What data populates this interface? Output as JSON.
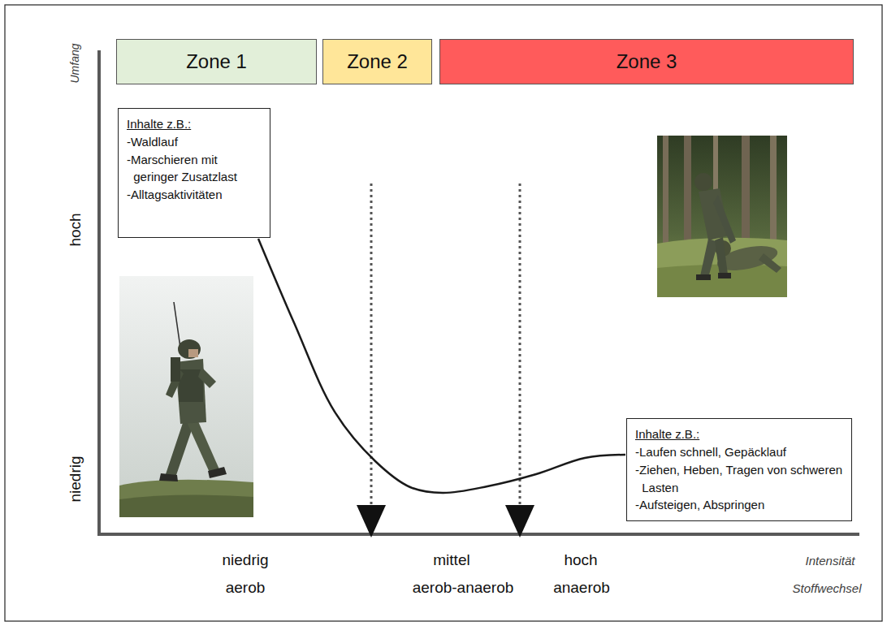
{
  "diagram": {
    "nodes": [
      {
        "text": [
          "Zone 1"
        ]
      },
      {
        "text": [
          "Zone 2"
        ]
      },
      {
        "text": [
          "Zone 3"
        ]
      },
      {
        "text": [
          "Inhalte z.B.:",
          "-Waldlauf",
          "-Marschieren mit geringer Zusatzlast",
          "-Alltagsaktivitäten"
        ]
      },
      {
        "text": [
          "Inhalte z.B.:",
          "-Laufen schnell, Gepäcklauf",
          "-Ziehen, Heben, Tragen von schweren Lasten",
          "-Aufsteigen, Abspringen"
        ]
      }
    ],
    "labels": [
      "Umfang",
      "hoch",
      "niedrig",
      "niedrig",
      "mittel",
      "hoch",
      "Intensität",
      "aerob",
      "aerob-anaerob",
      "anaerob",
      "Stoffwechsel"
    ]
  }
}
